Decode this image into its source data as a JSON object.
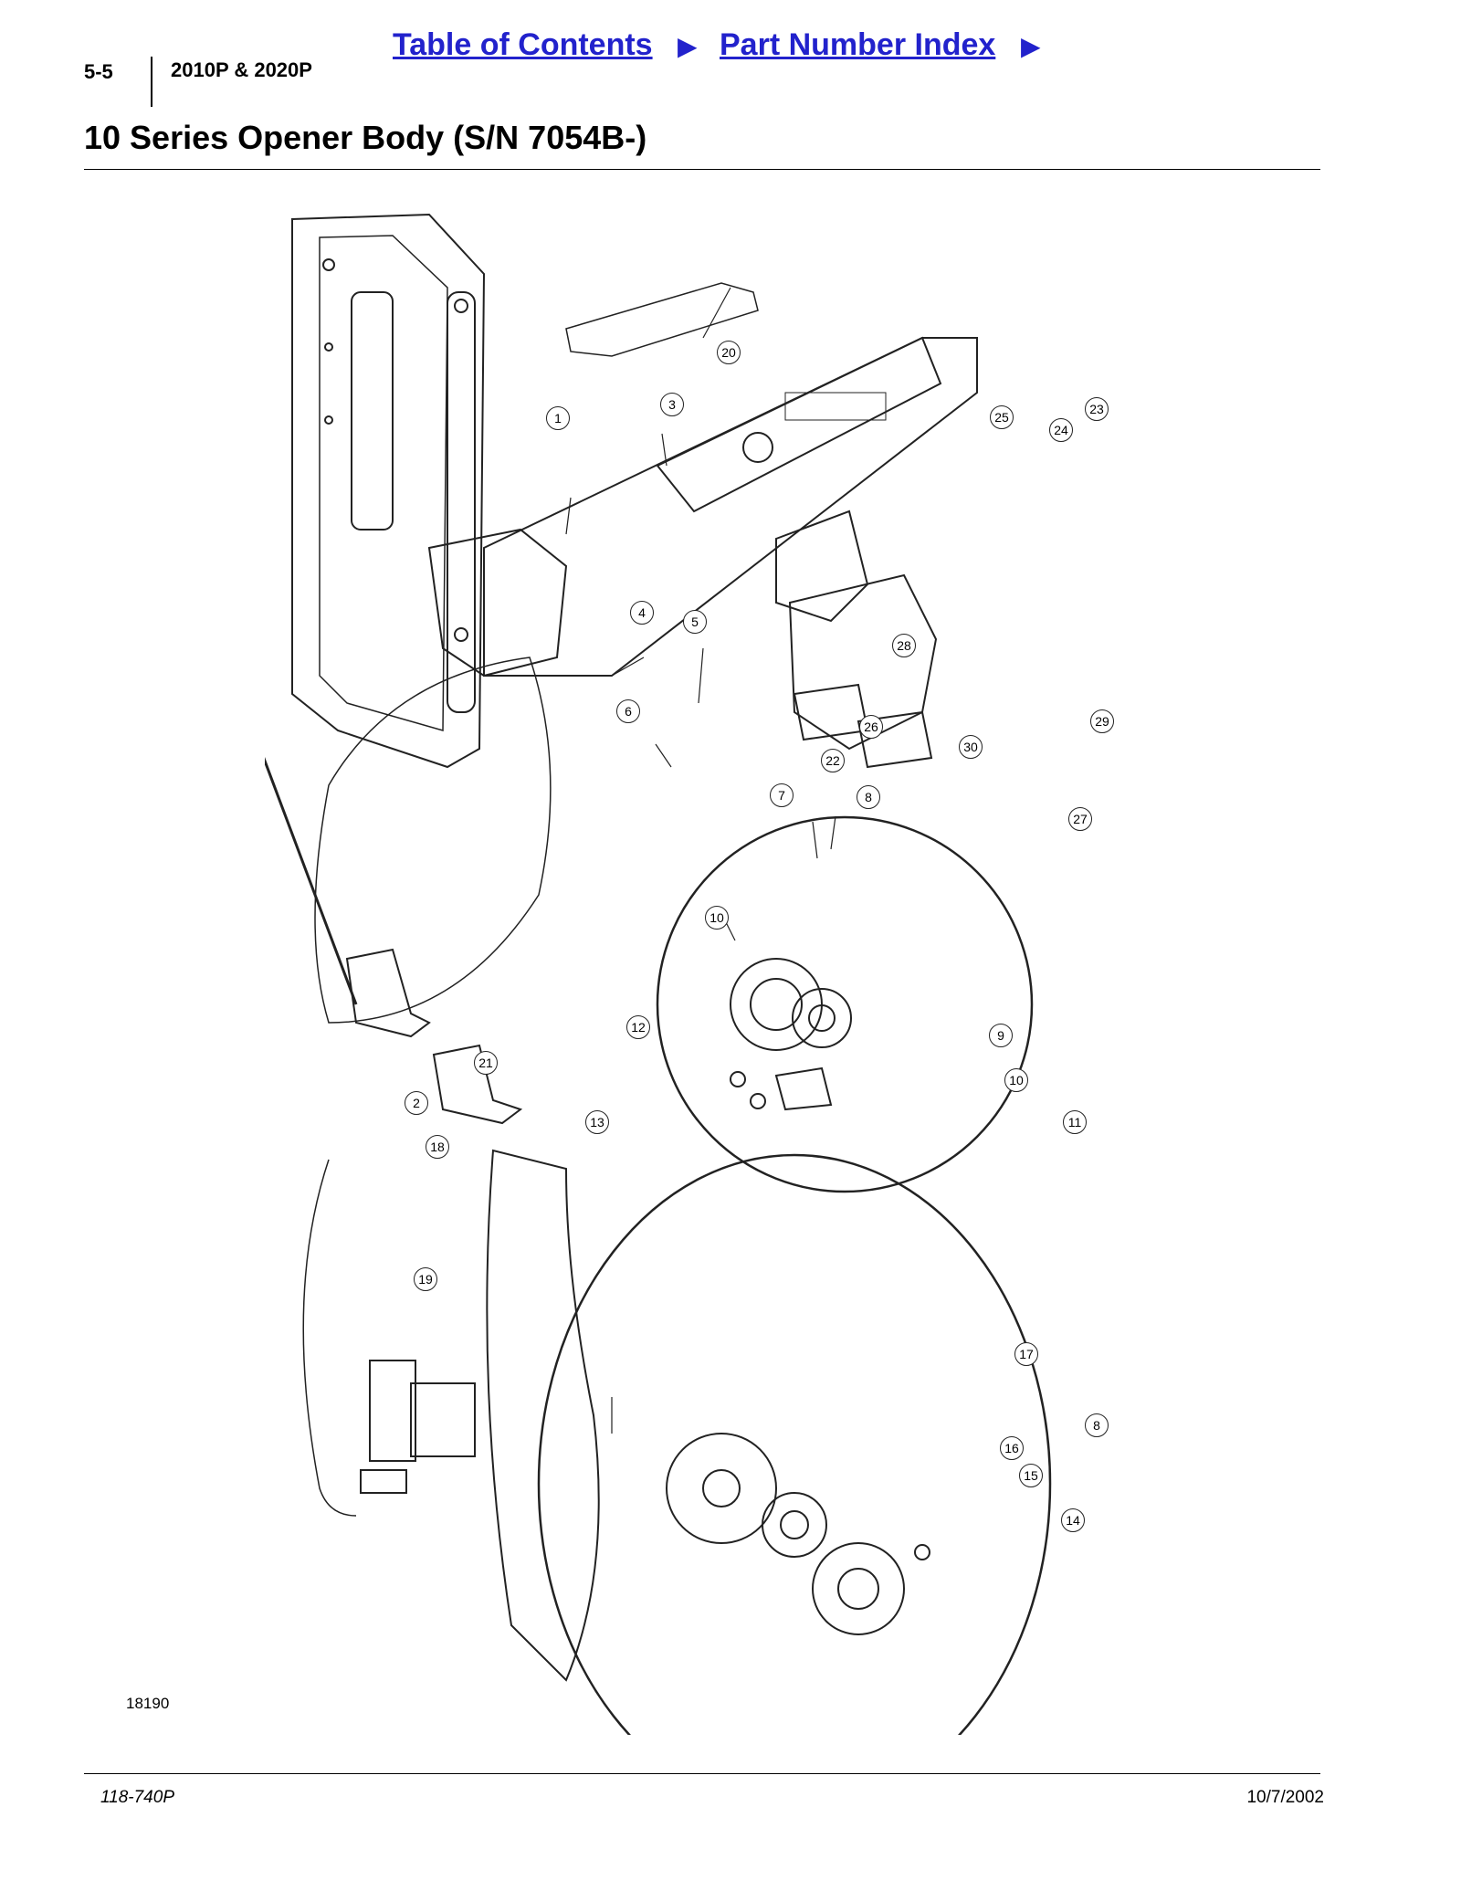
{
  "header": {
    "page_number": "5-5",
    "model": "2010P & 2020P",
    "nav_toc": "Table of Contents",
    "nav_index": "Part Number Index",
    "nav_arrow": "▶"
  },
  "title": "10 Series Opener Body (S/N 7054B-)",
  "callouts": [
    "1",
    "2",
    "3",
    "4",
    "5",
    "6",
    "7",
    "8",
    "9",
    "10",
    "10",
    "11",
    "12",
    "13",
    "14",
    "15",
    "16",
    "17",
    "8",
    "18",
    "19",
    "20",
    "21",
    "22",
    "23",
    "24",
    "25",
    "26",
    "27",
    "28",
    "29",
    "30"
  ],
  "figure_number": "18190",
  "footer": {
    "doc_id": "118-740P",
    "date": "10/7/2002"
  }
}
